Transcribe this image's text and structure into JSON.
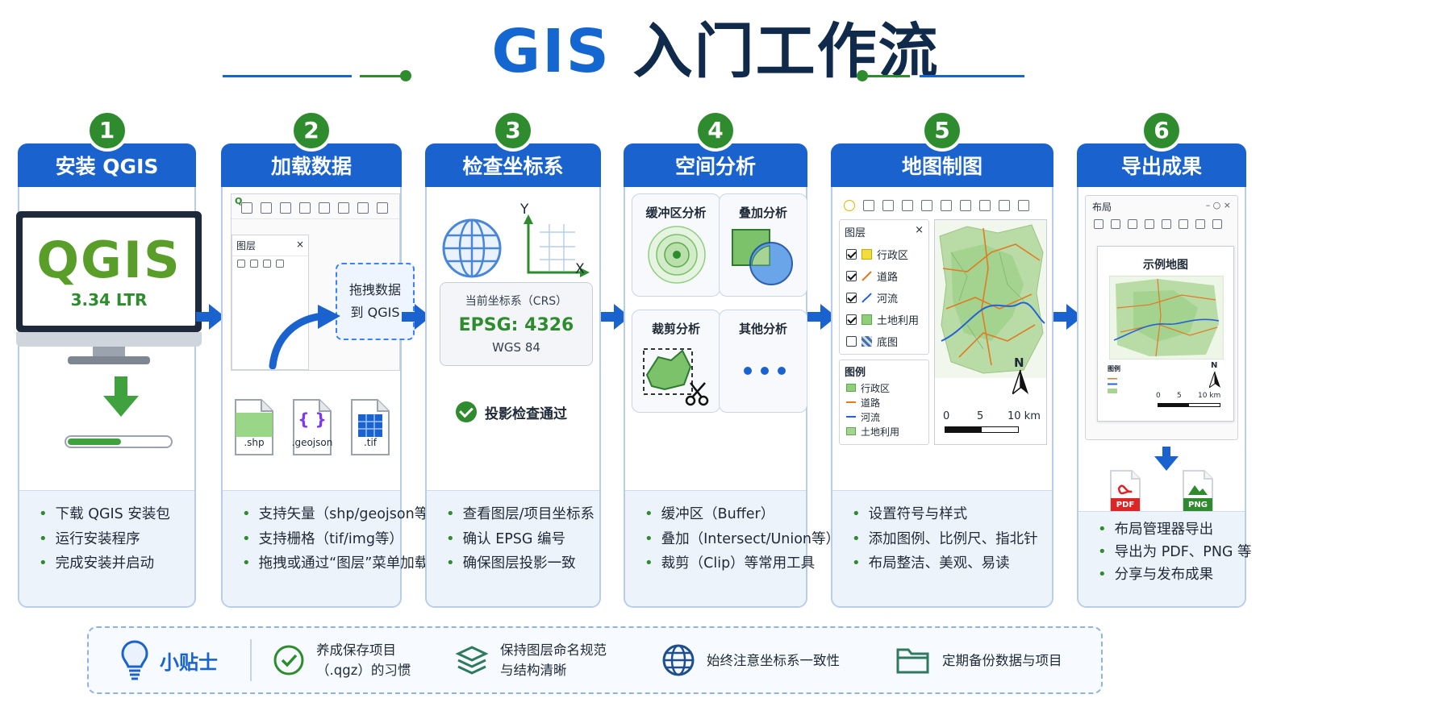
{
  "title": {
    "gis": "GIS",
    "rest": " 入门工作流"
  },
  "colors": {
    "blue": "#1a63cf",
    "green": "#2e8b2e",
    "light": "#edf3fb"
  },
  "steps": [
    {
      "num": "1",
      "title": "安装 QGIS",
      "logo": "QGIS",
      "version": "3.34 LTR",
      "bullets": [
        "下载 QGIS 安装包",
        "运行安装程序",
        "完成安装并启动"
      ]
    },
    {
      "num": "2",
      "title": "加载数据",
      "app_letter": "Q",
      "panel": "图层",
      "close": "×",
      "drag_hint": "拖拽数据\n到 QGIS",
      "files": [
        ".shp",
        ".geojson",
        ".tif"
      ],
      "braces": "{ }",
      "bullets": [
        "支持矢量（shp/geojson等）",
        "支持栅格（tif/img等）",
        "拖拽或通过“图层”菜单加载"
      ]
    },
    {
      "num": "3",
      "title": "检查坐标系",
      "axis_y": "Y",
      "axis_x": "X",
      "crs_label": "当前坐标系（CRS）",
      "crs_code": "EPSG: 4326",
      "crs_name": "WGS 84",
      "check": "投影检查通过",
      "bullets": [
        "查看图层/项目坐标系",
        "确认 EPSG 编号",
        "确保图层投影一致"
      ]
    },
    {
      "num": "4",
      "title": "空间分析",
      "tiles": [
        "缓冲区分析",
        "叠加分析",
        "裁剪分析",
        "其他分析"
      ],
      "bullets": [
        "缓冲区（Buffer）",
        "叠加（Intersect/Union等）",
        "裁剪（Clip）等常用工具"
      ]
    },
    {
      "num": "5",
      "title": "地图制图",
      "layers_title": "图层",
      "close": "×",
      "layers": [
        {
          "name": "行政区",
          "checked": true,
          "color": "#e6c200"
        },
        {
          "name": "道路",
          "checked": true,
          "color": "#e07b22"
        },
        {
          "name": "河流",
          "checked": true,
          "color": "#2463d6"
        },
        {
          "name": "土地利用",
          "checked": true,
          "color": "#7cc26a"
        },
        {
          "name": "底图",
          "checked": false,
          "color": "#4a6fa5"
        }
      ],
      "legend_title": "图例",
      "legend": [
        "行政区",
        "道路",
        "河流",
        "土地利用"
      ],
      "north": "N",
      "scale": [
        "0",
        "5",
        "10 km"
      ],
      "bullets": [
        "设置符号与样式",
        "添加图例、比例尺、指北针",
        "布局整洁、美观、易读"
      ]
    },
    {
      "num": "6",
      "title": "导出成果",
      "window": "布局",
      "win_ctrl": "–  ○  ×",
      "map_title": "示例地图",
      "mini_legend": "图例",
      "north": "N",
      "scale": [
        "0",
        "5",
        "10 km"
      ],
      "exports": [
        "PDF",
        "PNG"
      ],
      "bullets": [
        "布局管理器导出",
        "导出为 PDF、PNG 等",
        "分享与发布成果"
      ]
    }
  ],
  "tips": {
    "head": "小贴士",
    "items": [
      {
        "icon": "check-circle-icon",
        "text": "养成保存项目\n（.qgz）的习惯"
      },
      {
        "icon": "layers-icon",
        "text": "保持图层命名规范\n与结构清晰"
      },
      {
        "icon": "globe-icon",
        "text": "始终注意坐标系一致性"
      },
      {
        "icon": "folder-icon",
        "text": "定期备份数据与项目"
      }
    ]
  }
}
